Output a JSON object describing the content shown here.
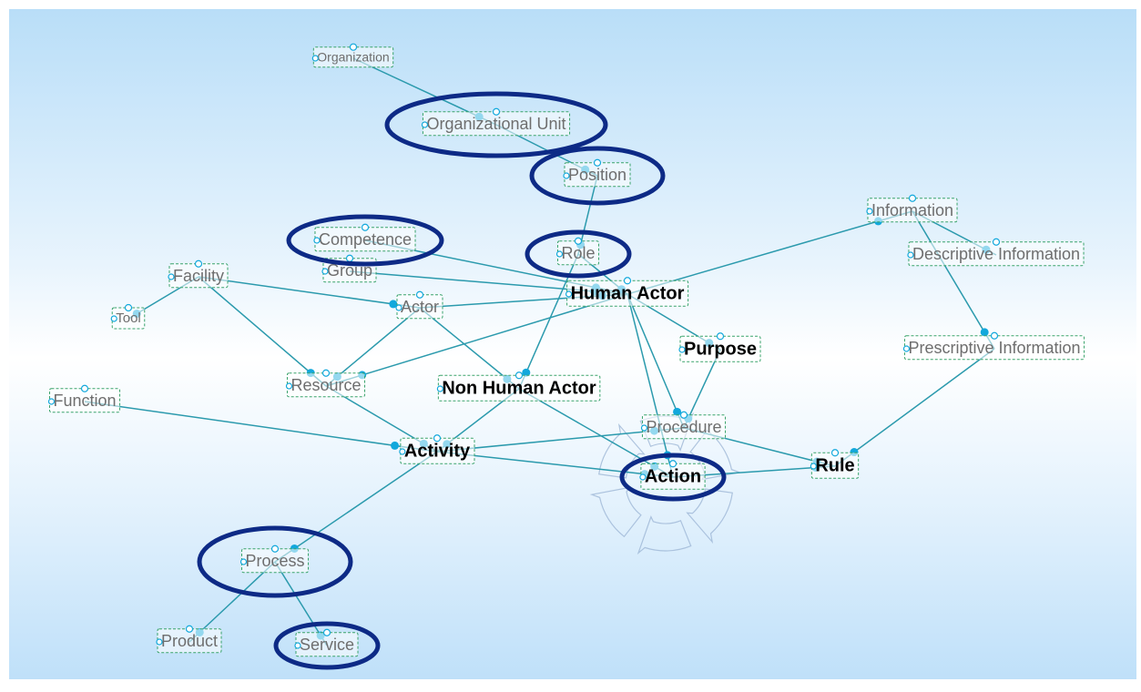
{
  "nodes": [
    {
      "id": "organization",
      "label": "Organization",
      "bold": false,
      "highlighted": false
    },
    {
      "id": "organizational-unit",
      "label": "Organizational Unit",
      "bold": false,
      "highlighted": true
    },
    {
      "id": "position",
      "label": "Position",
      "bold": false,
      "highlighted": true
    },
    {
      "id": "competence",
      "label": "Competence",
      "bold": false,
      "highlighted": true
    },
    {
      "id": "role",
      "label": "Role",
      "bold": false,
      "highlighted": true
    },
    {
      "id": "group",
      "label": "Group",
      "bold": false,
      "highlighted": false
    },
    {
      "id": "facility",
      "label": "Facility",
      "bold": false,
      "highlighted": false
    },
    {
      "id": "tool",
      "label": "Tool",
      "bold": false,
      "highlighted": false
    },
    {
      "id": "actor",
      "label": "Actor",
      "bold": false,
      "highlighted": false
    },
    {
      "id": "human-actor",
      "label": "Human Actor",
      "bold": true,
      "highlighted": false
    },
    {
      "id": "information",
      "label": "Information",
      "bold": false,
      "highlighted": false
    },
    {
      "id": "descriptive-information",
      "label": "Descriptive Information",
      "bold": false,
      "highlighted": false
    },
    {
      "id": "purpose",
      "label": "Purpose",
      "bold": true,
      "highlighted": false
    },
    {
      "id": "prescriptive-information",
      "label": "Prescriptive Information",
      "bold": false,
      "highlighted": false
    },
    {
      "id": "resource",
      "label": "Resource",
      "bold": false,
      "highlighted": false
    },
    {
      "id": "non-human-actor",
      "label": "Non Human Actor",
      "bold": true,
      "highlighted": false
    },
    {
      "id": "function",
      "label": "Function",
      "bold": false,
      "highlighted": false
    },
    {
      "id": "procedure",
      "label": "Procedure",
      "bold": false,
      "highlighted": false
    },
    {
      "id": "activity",
      "label": "Activity",
      "bold": true,
      "highlighted": false
    },
    {
      "id": "action",
      "label": "Action",
      "bold": true,
      "highlighted": true
    },
    {
      "id": "rule",
      "label": "Rule",
      "bold": true,
      "highlighted": false
    },
    {
      "id": "process",
      "label": "Process",
      "bold": false,
      "highlighted": true
    },
    {
      "id": "product",
      "label": "Product",
      "bold": false,
      "highlighted": false
    },
    {
      "id": "service",
      "label": "Service",
      "bold": false,
      "highlighted": true
    }
  ],
  "edges": [
    [
      "organization",
      "organizational-unit"
    ],
    [
      "organizational-unit",
      "position"
    ],
    [
      "position",
      "role"
    ],
    [
      "competence",
      "human-actor"
    ],
    [
      "group",
      "human-actor"
    ],
    [
      "role",
      "human-actor"
    ],
    [
      "facility",
      "tool"
    ],
    [
      "facility",
      "actor"
    ],
    [
      "facility",
      "resource"
    ],
    [
      "actor",
      "human-actor"
    ],
    [
      "actor",
      "resource"
    ],
    [
      "actor",
      "non-human-actor"
    ],
    [
      "human-actor",
      "information"
    ],
    [
      "human-actor",
      "resource"
    ],
    [
      "human-actor",
      "purpose"
    ],
    [
      "human-actor",
      "procedure"
    ],
    [
      "human-actor",
      "action"
    ],
    [
      "role",
      "non-human-actor"
    ],
    [
      "information",
      "descriptive-information"
    ],
    [
      "information",
      "prescriptive-information"
    ],
    [
      "prescriptive-information",
      "rule"
    ],
    [
      "purpose",
      "procedure"
    ],
    [
      "resource",
      "activity"
    ],
    [
      "non-human-actor",
      "activity"
    ],
    [
      "non-human-actor",
      "action"
    ],
    [
      "function",
      "activity"
    ],
    [
      "activity",
      "action"
    ],
    [
      "activity",
      "procedure"
    ],
    [
      "procedure",
      "rule"
    ],
    [
      "action",
      "rule"
    ],
    [
      "activity",
      "process"
    ],
    [
      "process",
      "product"
    ],
    [
      "process",
      "service"
    ]
  ],
  "style": {
    "edge_color": "#2b9aad",
    "dot_color": "#12a8dc",
    "highlight_color": "#0d2a86",
    "box_border": "#3aa36b"
  }
}
